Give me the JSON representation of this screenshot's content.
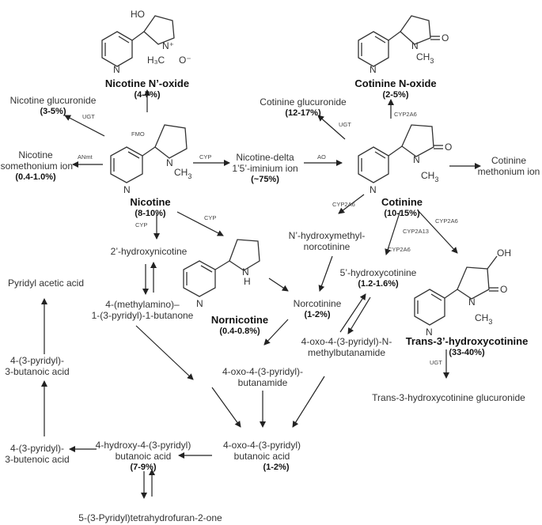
{
  "compounds": {
    "nicotine_n_oxide": {
      "name": "Nicotine N’-oxide",
      "pct": "(4-7%)"
    },
    "cotinine_n_oxide": {
      "name": "Cotinine N-oxide",
      "pct": "(2-5%)"
    },
    "nicotine_glucuronide": {
      "name": "Nicotine glucuronide",
      "pct": "(3-5%)"
    },
    "cotinine_glucuronide": {
      "name": "Cotinine glucuronide",
      "pct": "(12-17%)"
    },
    "nicotine_isomethonium": {
      "line1": "Nicotine",
      "line2": "isomethonium ion",
      "pct": "(0.4-1.0%)"
    },
    "nicotine": {
      "name": "Nicotine",
      "pct": "(8-10%)"
    },
    "iminium": {
      "line1": "Nicotine-delta",
      "line2": "1’5’-iminium ion",
      "pct": "(~75%)"
    },
    "cotinine": {
      "name": "Cotinine",
      "pct": "(10-15%)"
    },
    "cotinine_methonium": {
      "line1": "Cotinine",
      "line2": "methonium ion"
    },
    "hydroxynicotine": {
      "name": "2’-hydroxynicotine"
    },
    "hydroxymethyl_norcotinine": {
      "line1": "N’-hydroxymethyl-",
      "line2": "norcotinine"
    },
    "pyridyl_acetic_acid": {
      "name": "Pyridyl acetic acid"
    },
    "methylamino_butanone": {
      "line1": "4-(methylamino)–",
      "line2": "1-(3-pyridyl)-1-butanone"
    },
    "nornicotine": {
      "name": "Nornicotine",
      "pct": "(0.4-0.8%)"
    },
    "norcotinine": {
      "name": "Norcotinine",
      "pct": "(1-2%)"
    },
    "hydroxycotinine_5": {
      "name": "5’-hydroxycotinine",
      "pct": "(1.2-1.6%)"
    },
    "trans_hydroxycotinine": {
      "name": "Trans-3’-hydroxycotinine",
      "pct": "(33-40%)"
    },
    "pyridyl_butanoic_acid": {
      "line1": "4-(3-pyridyl)-",
      "line2": "3-butanoic acid"
    },
    "oxo_methylbutanamide": {
      "line1": "4-oxo-4-(3-pyridyl)-N-",
      "line2": "methylbutanamide"
    },
    "oxo_butanamide": {
      "line1": "4-oxo-4-(3-pyridyl)-",
      "line2": "butanamide"
    },
    "hydroxycotinine_glucuronide": {
      "name": "Trans-3-hydroxycotinine glucuronide"
    },
    "pyridyl_butenoic_acid": {
      "line1": "4-(3-pyridyl)-",
      "line2": "3-butenoic acid"
    },
    "hydroxy_butanoic_acid": {
      "line1": "4-hydroxy-4-(3-pyridyl)",
      "line2": "butanoic acid",
      "pct": "(7-9%)"
    },
    "oxo_butanoic_acid": {
      "line1": "4-oxo-4-(3-pyridyl)",
      "line2": "butanoic acid",
      "pct": "(1-2%)"
    },
    "tetrahydrofuranone": {
      "name": "5-(3-Pyridyl)tetrahydrofuran-2-one"
    }
  },
  "enzymes": {
    "ugt_nic": "UGT",
    "fmo": "FMO",
    "anmt": "ANmt",
    "cyp_iminium": "CYP",
    "ao": "AO",
    "ugt_cot": "UGT",
    "cyp2a6_oxide": "CYP2A6",
    "cyp_nor": "CYP",
    "cyp_hydroxy": "CYP",
    "cyp2a6_hm": "CYP2A6",
    "cyp2a6_trans": "CYP2A6",
    "cyp2a13": "CYP2A13",
    "cyp2a6_5h": "CYP2A6",
    "ugt_trans": "UGT"
  },
  "atoms": {
    "N": "N",
    "O": "O",
    "H": "H",
    "HO": "HO",
    "OH": "OH",
    "CH3": "CH",
    "three": "3",
    "H3C": "H₃C",
    "Nplus": "N⁺",
    "Ominus": "O⁻"
  }
}
